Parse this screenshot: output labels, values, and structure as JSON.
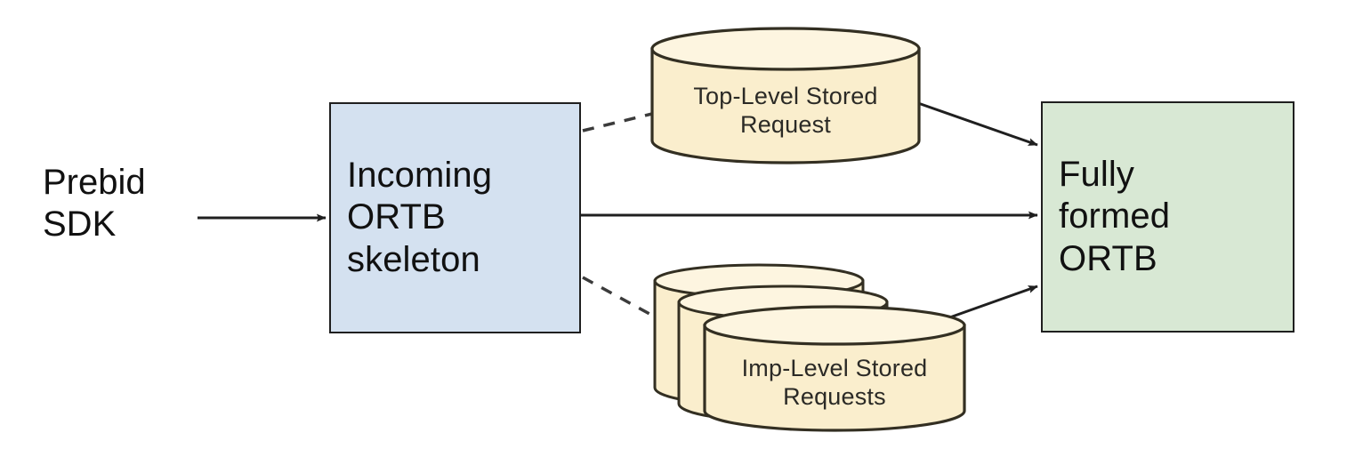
{
  "diagram": {
    "title": "Prebid SDK stored request merge flow",
    "background": "#ffffff",
    "colors": {
      "blue_fill": "#d4e1f0",
      "green_fill": "#d8e8d4",
      "cream_fill": "#faeecd",
      "stroke": "#1f1f1f",
      "cylinder_stroke": "#4a4434",
      "text": "#111111"
    },
    "nodes": {
      "source": {
        "label": "Prebid\nSDK",
        "shape": "text"
      },
      "incoming": {
        "label": "Incoming\nORTB\nskeleton",
        "shape": "rectangle",
        "fill": "#d4e1f0"
      },
      "top_level_store": {
        "label": "Top-Level Stored\nRequest",
        "shape": "cylinder",
        "fill": "#faeecd"
      },
      "imp_level_store": {
        "label": "Imp-Level Stored\nRequests",
        "shape": "stacked-cylinder",
        "fill": "#faeecd",
        "stack_count": 3
      },
      "output": {
        "label": "Fully\nformed\nORTB",
        "shape": "rectangle",
        "fill": "#d8e8d4"
      }
    },
    "edges": [
      {
        "name": "sdk-to-incoming",
        "from": "source",
        "to": "incoming",
        "style": "solid",
        "arrow": "end"
      },
      {
        "name": "incoming-to-top-level-store",
        "from": "incoming",
        "to": "top_level_store",
        "style": "dashed",
        "arrow": "none"
      },
      {
        "name": "incoming-to-imp-level-store",
        "from": "incoming",
        "to": "imp_level_store",
        "style": "dashed",
        "arrow": "none"
      },
      {
        "name": "incoming-to-output",
        "from": "incoming",
        "to": "output",
        "style": "solid",
        "arrow": "end"
      },
      {
        "name": "top-level-store-to-output",
        "from": "top_level_store",
        "to": "output",
        "style": "solid",
        "arrow": "end"
      },
      {
        "name": "imp-level-store-to-output",
        "from": "imp_level_store",
        "to": "output",
        "style": "solid",
        "arrow": "end"
      }
    ]
  }
}
